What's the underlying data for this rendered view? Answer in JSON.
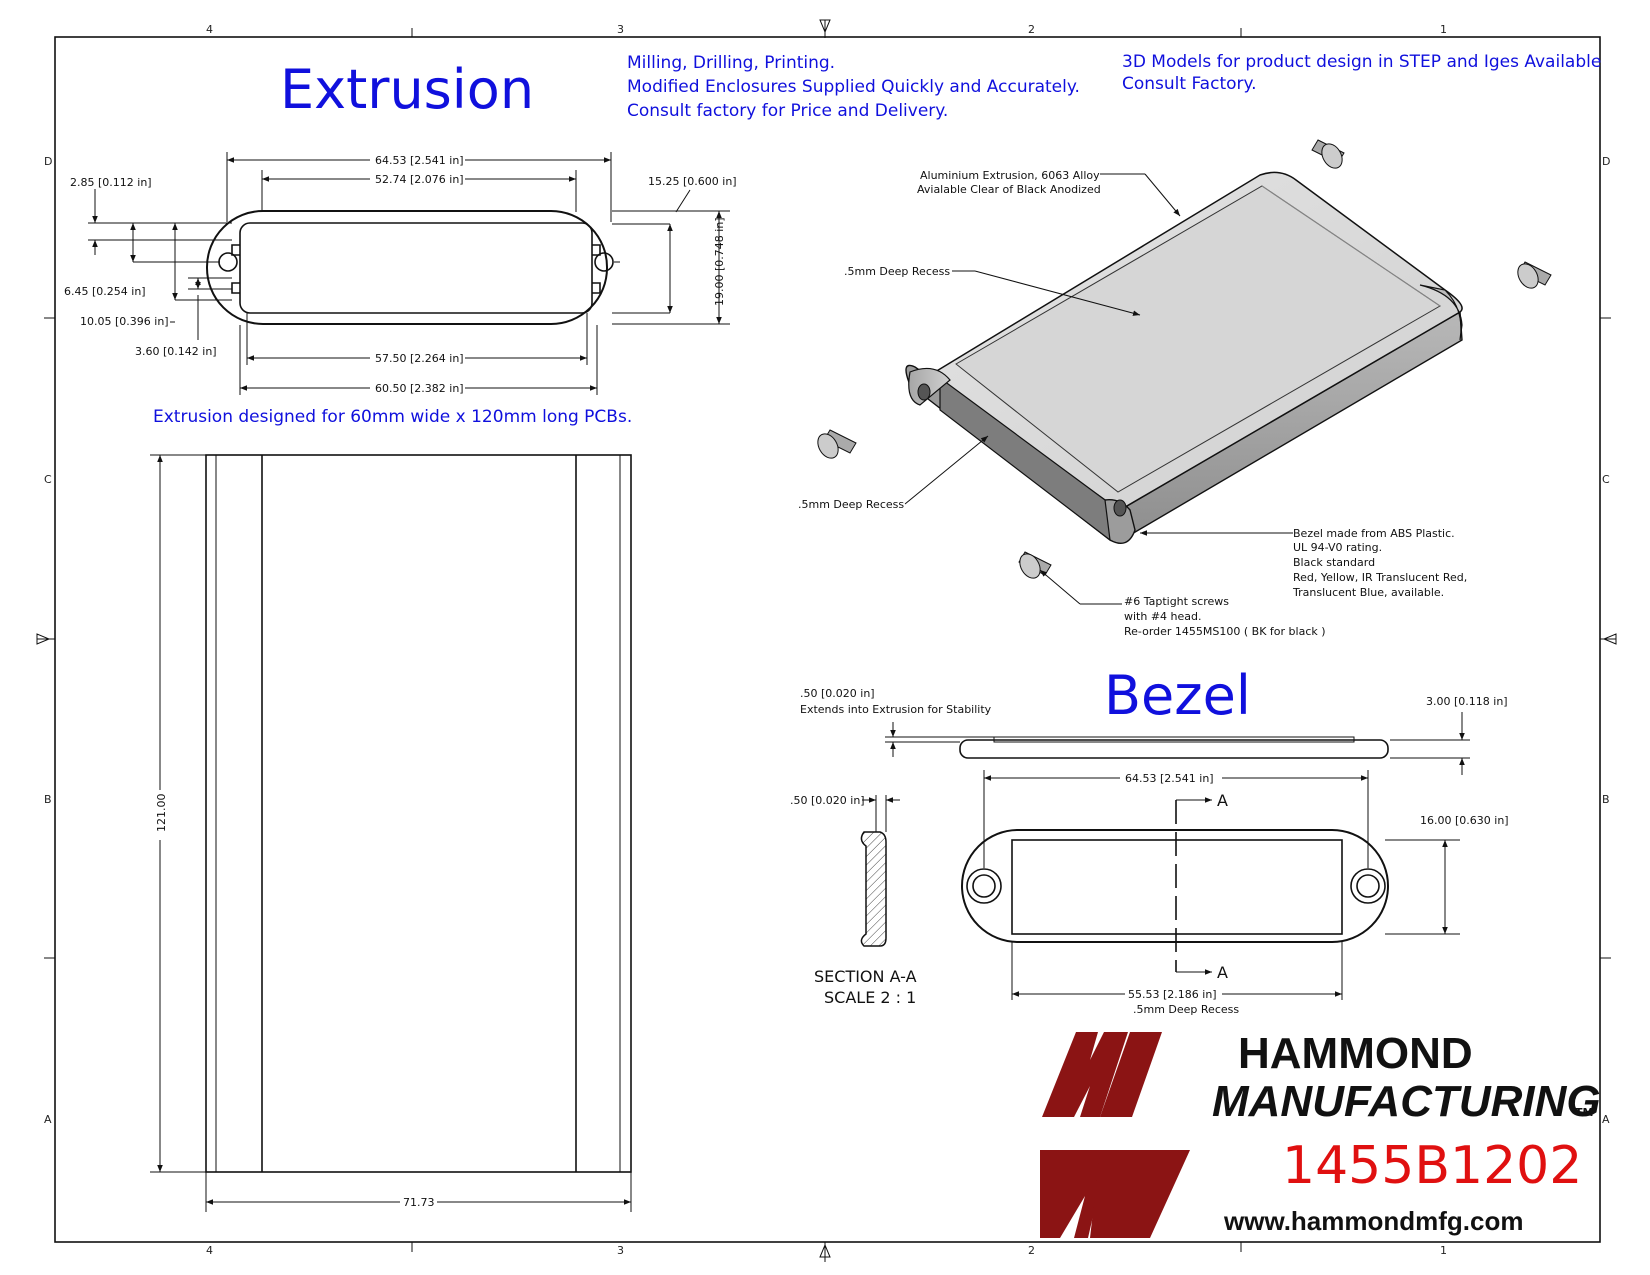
{
  "zones": {
    "top": [
      "4",
      "3",
      "2",
      "1"
    ],
    "side": [
      "D",
      "C",
      "B",
      "A"
    ]
  },
  "titles": {
    "extrusion": "Extrusion",
    "bezel": "Bezel"
  },
  "notes": {
    "milling_1": "Milling, Drilling, Printing.",
    "milling_2": "Modified Enclosures Supplied Quickly and Accurately.",
    "milling_3": "Consult factory for Price and Delivery.",
    "models_1": "3D Models for product design in STEP and Iges Available",
    "models_2": "Consult Factory.",
    "pcb": "Extrusion designed for 60mm wide x 120mm long PCBs."
  },
  "extrusion_dims": {
    "w_outer": "64.53 [2.541 in]",
    "w_top": "52.74 [2.076 in]",
    "slot_a": "2.85 [0.112 in]",
    "radius": "15.25 [0.600 in]",
    "height": "19.00 [0.748 in]",
    "slot_b": "6.45 [0.254 in]",
    "slot_c": "10.05 [0.396 in]",
    "slot_d": "3.60 [0.142 in]",
    "w_inner": "57.50 [2.264 in]",
    "w_pcb": "60.50 [2.382 in]",
    "length": "121.00",
    "side_width": "71.73"
  },
  "iso_callouts": {
    "alu_1": "Aluminium Extrusion, 6063 Alloy",
    "alu_2": "Avialable Clear of Black Anodized",
    "recess_top": ".5mm Deep Recess",
    "recess_front": ".5mm Deep Recess",
    "bezel_1": "Bezel made from ABS Plastic.",
    "bezel_2": "UL 94-V0 rating.",
    "bezel_3": "Black standard",
    "bezel_4": "Red, Yellow, IR Translucent Red,",
    "bezel_5": "Translucent Blue, available.",
    "screw_1": "#6 Taptight screws",
    "screw_2": "with #4 head.",
    "screw_3": "Re-order 1455MS100 ( BK for black )"
  },
  "bezel_dims": {
    "lip_1": ".50 [0.020 in]",
    "lip_2": "Extends into Extrusion for Stability",
    "thickness": "3.00 [0.118 in]",
    "width": "64.53 [2.541 in]",
    "section_lip": ".50 [0.020 in]",
    "height": "16.00 [0.630 in]",
    "recess_w": "55.53 [2.186 in]",
    "recess_note": ".5mm Deep Recess",
    "section_mark": "A",
    "section_title": "SECTION  A-A",
    "section_scale": "SCALE 2 : 1"
  },
  "brand": {
    "line1": "HAMMOND",
    "line2": "MANUFACTURING",
    "tm": "TM",
    "part_number": "1455B1202",
    "url": "www.hammondmfg.com",
    "logo_color": "#8b1414",
    "part_color": "#e01010"
  },
  "colors": {
    "note_blue": "#1010dd"
  }
}
